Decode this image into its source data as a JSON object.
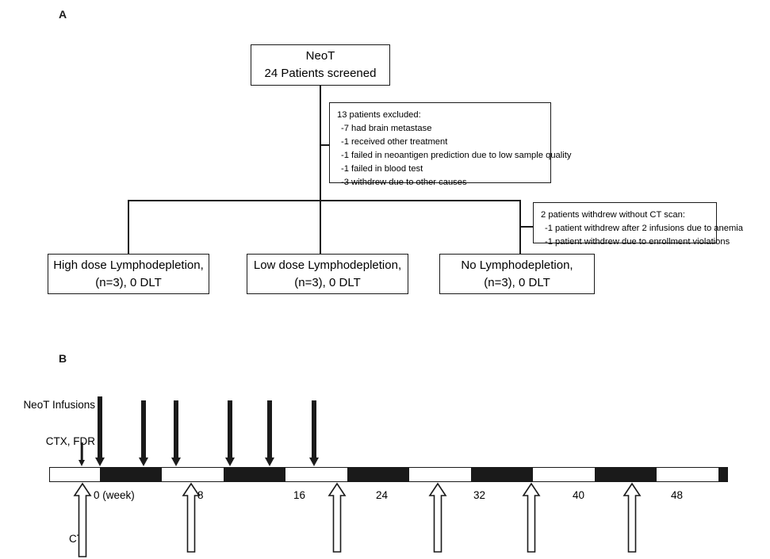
{
  "figure": {
    "panels": [
      {
        "label": "A"
      },
      {
        "label": "B"
      }
    ]
  },
  "panel_a": {
    "title_box": {
      "line1": "NeoT",
      "line2": "24 Patients screened"
    },
    "excluded_box": {
      "heading": "13 patients excluded:",
      "items": [
        "-7 had brain metastase",
        "-1 received other treatment",
        "-1 failed in neoantigen prediction due to low sample quality",
        "-1 failed in blood test",
        "-3 withdrew due to other causes"
      ]
    },
    "withdrew_box": {
      "heading": "2 patients withdrew without CT scan:",
      "items": [
        "-1 patient withdrew after 2 infusions due to anemia",
        "-1 patient withdrew due to enrollment violations"
      ]
    },
    "arms": [
      {
        "line1": "High dose Lymphodepletion,",
        "line2": "(n=3), 0 DLT"
      },
      {
        "line1": "Low dose Lymphodepletion,",
        "line2": "(n=3), 0 DLT"
      },
      {
        "line1": "No Lymphodepletion,",
        "line2": "(n=3), 0 DLT"
      }
    ]
  },
  "panel_b": {
    "labels": {
      "infusions": "NeoT Infusions",
      "conditioning": "CTX, FDR",
      "imaging": "CT"
    },
    "axis": {
      "unit_label": "0 (week)",
      "ticks": [
        "0 (week)",
        "8",
        "16",
        "24",
        "32",
        "40",
        "48"
      ],
      "tick_weeks": [
        0,
        8,
        16,
        24,
        32,
        40,
        48
      ]
    },
    "infusion_arrows": {
      "count": 6,
      "name": "neot-infusion-arrow"
    },
    "conditioning_arrow": {
      "count": 1,
      "name": "ctx-fdr-arrow"
    },
    "ct_arrows": {
      "count": 6,
      "name": "ct-scan-arrow"
    },
    "bar_segments": 11
  },
  "colors": {
    "ink": "#1a1a1a",
    "paper": "#ffffff"
  }
}
